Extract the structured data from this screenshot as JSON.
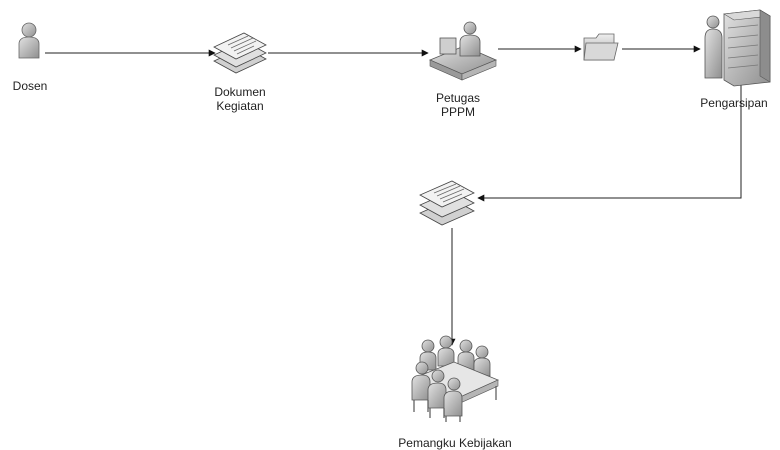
{
  "diagram": {
    "nodes": [
      {
        "id": "dosen",
        "icon": "person-icon",
        "label_lines": [
          "Dosen"
        ]
      },
      {
        "id": "dokumen",
        "icon": "document-stack-icon",
        "label_lines": [
          "Dokumen",
          "Kegiatan"
        ]
      },
      {
        "id": "petugas",
        "icon": "workstation-user-icon",
        "label_lines": [
          "Petugas",
          "PPPM"
        ]
      },
      {
        "id": "folder",
        "icon": "folder-icon",
        "label_lines": []
      },
      {
        "id": "pengarsipan",
        "icon": "server-archive-icon",
        "label_lines": [
          "Pengarsipan"
        ]
      },
      {
        "id": "dokumen2",
        "icon": "document-stack-icon",
        "label_lines": []
      },
      {
        "id": "pemangku",
        "icon": "meeting-group-icon",
        "label_lines": [
          "Pemangku Kebijakan"
        ]
      }
    ],
    "edges": [
      {
        "from": "dosen",
        "to": "dokumen"
      },
      {
        "from": "dokumen",
        "to": "petugas"
      },
      {
        "from": "petugas",
        "to": "folder"
      },
      {
        "from": "folder",
        "to": "pengarsipan"
      },
      {
        "from": "pengarsipan",
        "to": "dokumen2"
      },
      {
        "from": "dokumen2",
        "to": "pemangku"
      }
    ],
    "colors": {
      "line": "#222222",
      "icon_fill": "#b9b9b9",
      "icon_dark": "#8a8a8a",
      "icon_light": "#e6e6e6"
    }
  }
}
